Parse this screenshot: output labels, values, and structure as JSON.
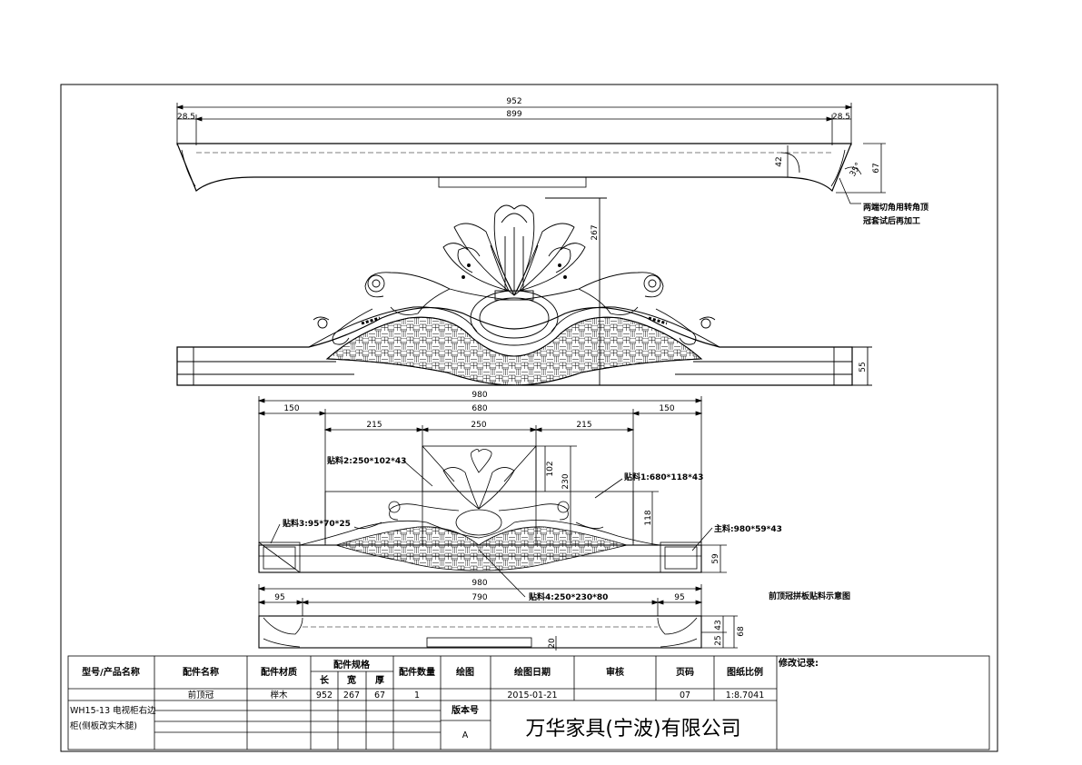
{
  "top_view": {
    "overall": "952",
    "inner": "899",
    "end_left": "28.5",
    "end_right": "28.5",
    "height_inner": "42",
    "height_total": "67",
    "angle": "35°",
    "note_line1": "两端切角用转角顶",
    "note_line2": "冠套试后再加工"
  },
  "front_view": {
    "height": "267",
    "base_height": "55"
  },
  "assembly_view": {
    "overall": "980",
    "middle": "680",
    "side_left": "150",
    "side_right": "150",
    "seg_left": "215",
    "seg_mid": "250",
    "seg_right": "215",
    "h_102": "102",
    "h_230": "230",
    "h_118": "118",
    "h_59": "59",
    "label_patch2": "贴料2:250*102*43",
    "label_patch1": "贴料1:680*118*43",
    "label_patch3": "贴料3:95*70*25",
    "label_main": "主料:980*59*43",
    "label_patch4": "贴料4:250*230*80",
    "caption": "前顶冠拼板贴料示意图"
  },
  "bottom_view": {
    "overall": "980",
    "middle": "790",
    "end_left": "95",
    "end_right": "95",
    "h_25": "25",
    "h_43": "43",
    "h_68": "68",
    "h_20": "20"
  },
  "title_block": {
    "h_model": "型号/产品名称",
    "h_part": "配件名称",
    "h_material": "配件材质",
    "h_spec": "配件规格",
    "h_len": "长",
    "h_wid": "宽",
    "h_thk": "厚",
    "h_qty": "配件数量",
    "h_drawn": "绘图",
    "h_date": "绘图日期",
    "h_review": "审核",
    "h_page": "页码",
    "h_scale": "图纸比例",
    "h_revision": "修改记录:",
    "part": "前顶冠",
    "material": "榉木",
    "len": "952",
    "wid": "267",
    "thk": "67",
    "qty": "1",
    "date": "2015-01-21",
    "page": "07",
    "scale": "1:8.7041",
    "model_line1": "WH15-13 电视柜右边",
    "model_line2": "柜(侧板改实木腿)",
    "h_version": "版本号",
    "version": "A",
    "company": "万华家具(宁波)有限公司"
  }
}
